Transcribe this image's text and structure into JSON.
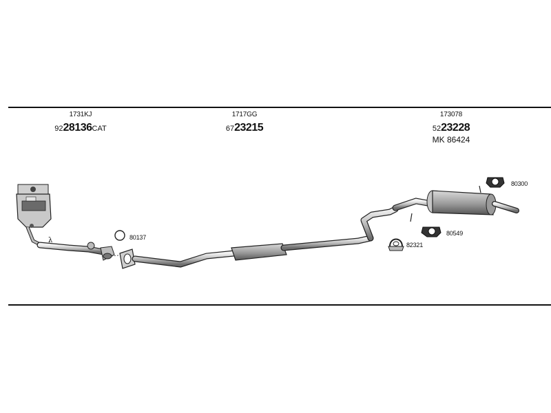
{
  "groups": {
    "front": {
      "code": "1731KJ",
      "prefix": "92",
      "number": "28136",
      "suffix": "CAT"
    },
    "middle": {
      "code": "1717GG",
      "prefix": "67",
      "number": "23215",
      "suffix": ""
    },
    "rear": {
      "code": "173078",
      "prefix": "52",
      "number": "23228",
      "suffix": "",
      "mk": "MK  86424"
    }
  },
  "parts": {
    "ring": "80137",
    "hanger_top": "80300",
    "hanger_bottom": "80549",
    "clamp": "82321"
  },
  "symbols": {
    "lambda": "λ"
  }
}
